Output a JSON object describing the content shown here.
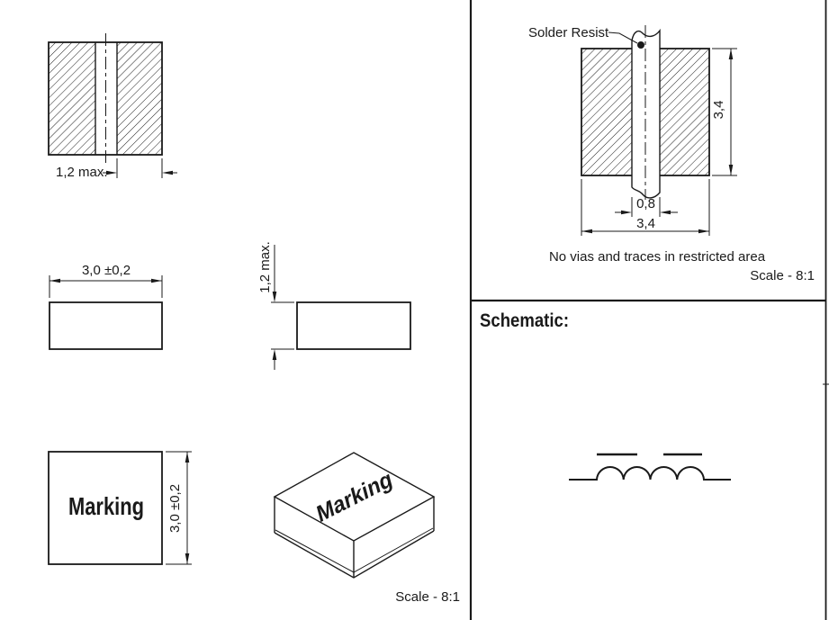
{
  "drawing": {
    "colors": {
      "ink": "#1a1a1a",
      "background": "#ffffff"
    },
    "left_panel": {
      "section_view": {
        "gap_dimension": "1,2 max."
      },
      "side_view": {
        "width_dimension": "3,0 ±0,2"
      },
      "end_view": {
        "height_dimension": "1,2 max."
      },
      "top_view": {
        "marking": "Marking",
        "size_dimension": "3,0 ±0,2"
      },
      "iso_view": {
        "marking": "Marking"
      },
      "scale_note": "Scale - 8:1"
    },
    "land_pattern_panel": {
      "solder_resist_label": "Solder Resist",
      "pad_height_dimension": "3,4",
      "slot_width_dimension": "0,8",
      "pad_width_dimension": "3,4",
      "restriction_note": "No vias and traces in restricted area",
      "scale_note": "Scale - 8:1"
    },
    "schematic_panel": {
      "heading": "Schematic:",
      "symbol": "inductor-symbol"
    }
  }
}
